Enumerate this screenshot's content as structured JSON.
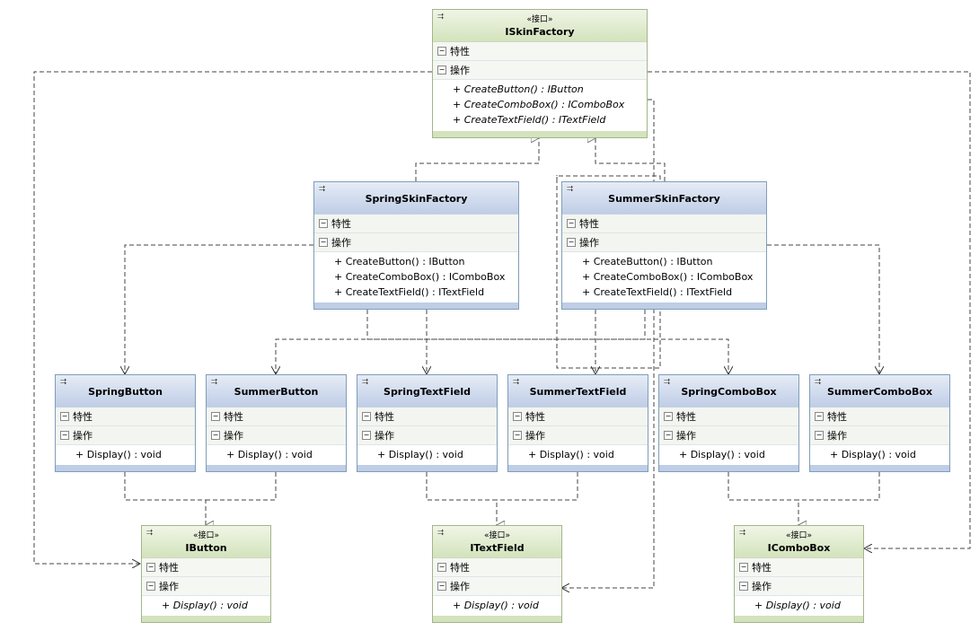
{
  "labels": {
    "attributes": "特性",
    "operations": "操作",
    "stereotype": "«接口»"
  },
  "interfaces": {
    "iskinfactory": {
      "name": "ISkinFactory",
      "ops": [
        "+ CreateButton() : IButton",
        "+ CreateComboBox() : IComboBox",
        "+ CreateTextField() : ITextField"
      ]
    },
    "ibutton": {
      "name": "IButton",
      "ops": [
        "+ Display() : void"
      ]
    },
    "itextfield": {
      "name": "ITextField",
      "ops": [
        "+ Display() : void"
      ]
    },
    "icombobox": {
      "name": "IComboBox",
      "ops": [
        "+ Display() : void"
      ]
    }
  },
  "classes": {
    "springskinfactory": {
      "name": "SpringSkinFactory",
      "ops": [
        "+ CreateButton() : IButton",
        "+ CreateComboBox() : IComboBox",
        "+ CreateTextField() : ITextField"
      ]
    },
    "summerskinfactory": {
      "name": "SummerSkinFactory",
      "ops": [
        "+ CreateButton() : IButton",
        "+ CreateComboBox() : IComboBox",
        "+ CreateTextField() : ITextField"
      ]
    },
    "springbutton": {
      "name": "SpringButton",
      "ops": [
        "+ Display() : void"
      ]
    },
    "summerbutton": {
      "name": "SummerButton",
      "ops": [
        "+ Display() : void"
      ]
    },
    "springtextfield": {
      "name": "SpringTextField",
      "ops": [
        "+ Display() : void"
      ]
    },
    "summertextfield": {
      "name": "SummerTextField",
      "ops": [
        "+ Display() : void"
      ]
    },
    "springcombobox": {
      "name": "SpringComboBox",
      "ops": [
        "+ Display() : void"
      ]
    },
    "summercombobox": {
      "name": "SummerComboBox",
      "ops": [
        "+ Display() : void"
      ]
    }
  },
  "icons": {
    "collapse": "double-chevron-up-icon",
    "section_toggle": "minus-box-icon"
  },
  "colors": {
    "class_header": "#bfcde6",
    "interface_header": "#d3e3bc",
    "connector": "#555555"
  }
}
